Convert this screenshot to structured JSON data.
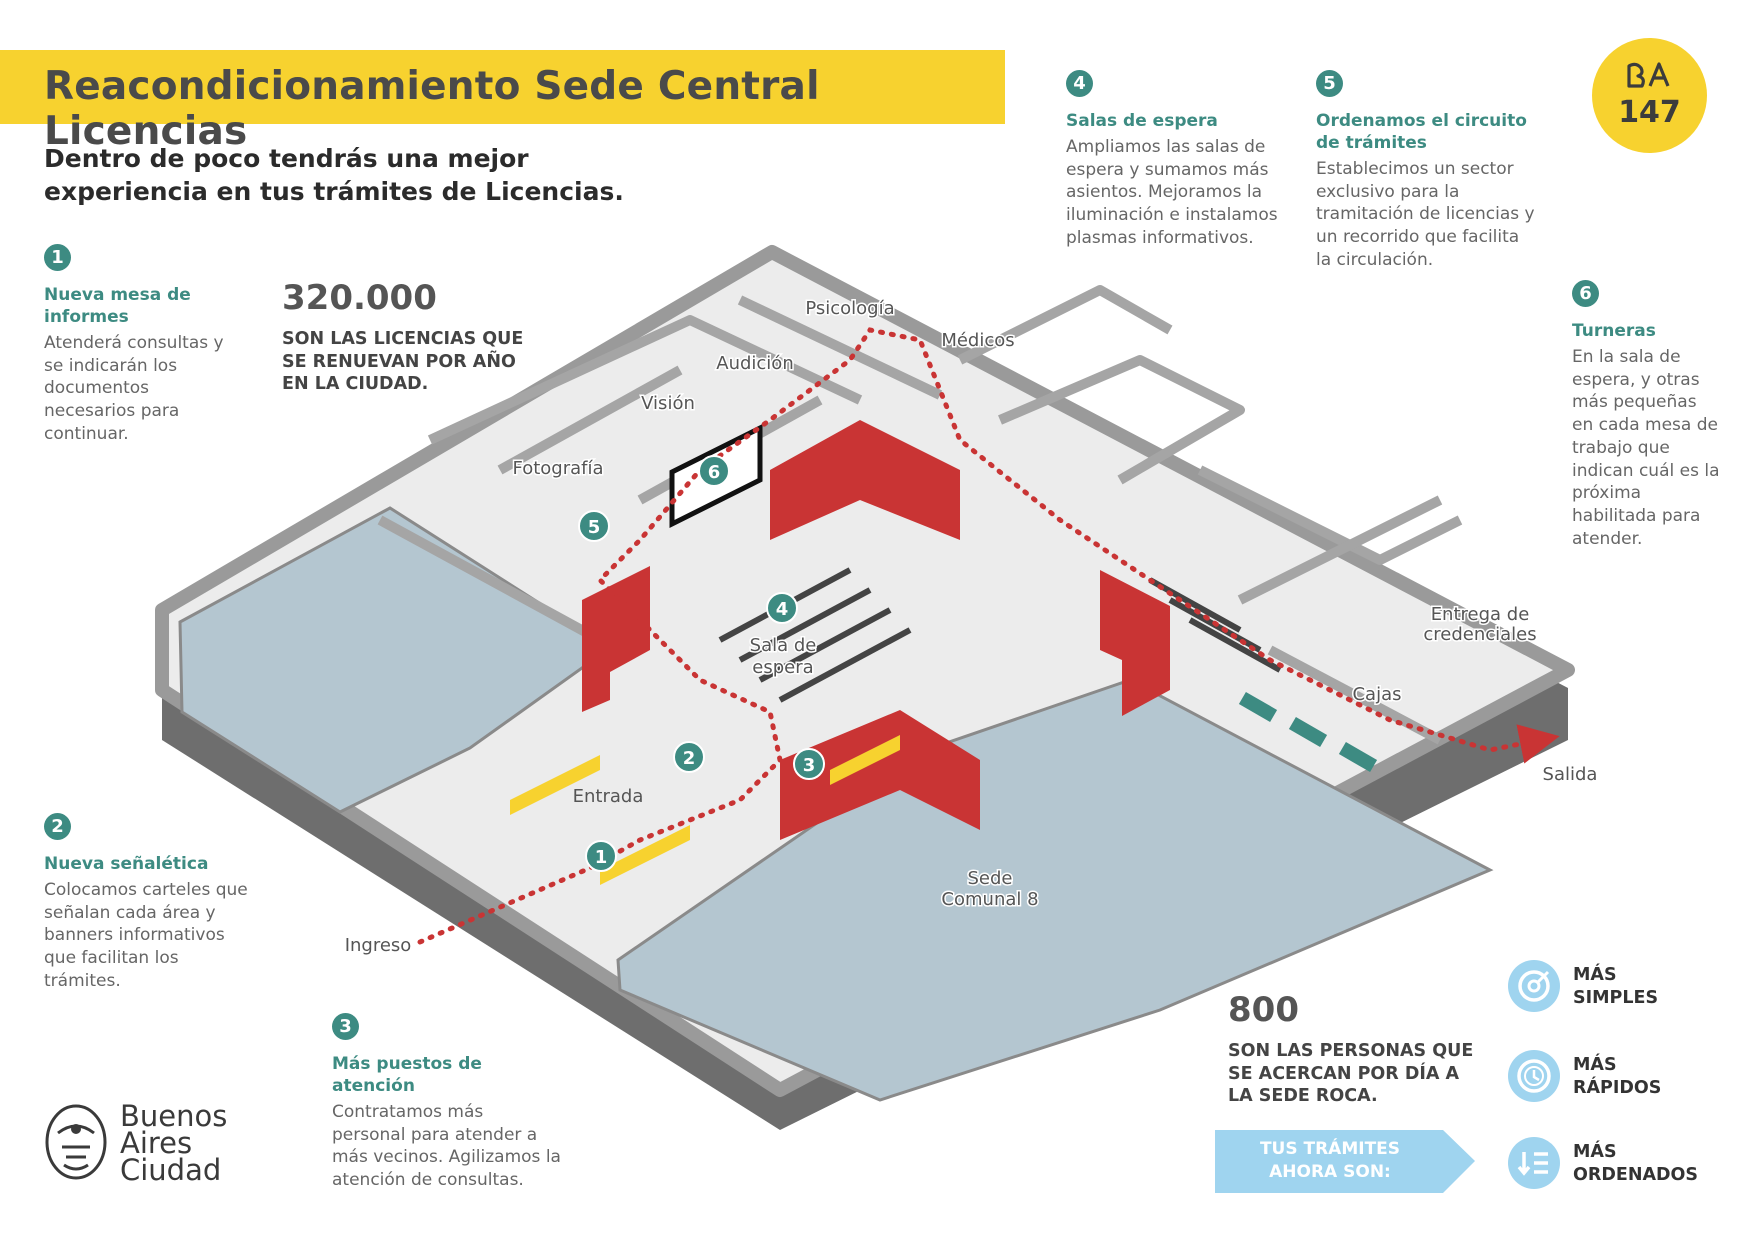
{
  "title": "Reacondicionamiento Sede Central Licencias",
  "subtitle": "Dentro de poco tendrás una mejor experiencia en tus trámites de Licencias.",
  "phone_number": "147",
  "features": [
    {
      "num": "1",
      "title": "Nueva mesa de informes",
      "desc": "Atenderá consultas y se indicarán los documentos necesarios para continuar."
    },
    {
      "num": "2",
      "title": "Nueva señalética",
      "desc": "Colocamos carteles que señalan cada área y banners informativos que facilitan los trámites."
    },
    {
      "num": "3",
      "title": "Más puestos de atención",
      "desc": "Contratamos más personal para atender a más vecinos. Agilizamos la atención de consultas."
    },
    {
      "num": "4",
      "title": "Salas de espera",
      "desc": "Ampliamos las salas de espera y sumamos más asientos. Mejoramos la iluminación e instalamos plasmas informativos."
    },
    {
      "num": "5",
      "title": "Ordenamos el circuito de trámites",
      "desc": "Establecimos un sector exclusivo para la tramitación de licencias y un recorrido que facilita la circulación."
    },
    {
      "num": "6",
      "title": "Turneras",
      "desc": "En la sala de espera, y otras más pequeñas en cada mesa de trabajo que indican cuál es la próxima habilitada para atender."
    }
  ],
  "stats": [
    {
      "number": "320.000",
      "desc": "SON LAS LICENCIAS QUE SE RENUEVAN POR AÑO EN LA CIUDAD."
    },
    {
      "number": "800",
      "desc": "SON LAS PERSONAS QUE SE ACERCAN POR DÍA A LA SEDE ROCA."
    }
  ],
  "map_labels": {
    "psicologia": "Psicología",
    "medicos": "Médicos",
    "audicion": "Audición",
    "vision": "Visión",
    "fotografia": "Fotografía",
    "sala_line1": "Sala de",
    "sala_line2": "espera",
    "entrada": "Entrada",
    "ingreso": "Ingreso",
    "sede_line1": "Sede",
    "sede_line2": "Comunal 8",
    "cajas": "Cajas",
    "salida": "Salida",
    "entrega_line1": "Entrega de",
    "entrega_line2": "credenciales"
  },
  "cta": {
    "line1": "TUS TRÁMITES",
    "line2": "AHORA SON:"
  },
  "qualities": [
    {
      "line1": "MÁS",
      "line2": "SIMPLES",
      "icon": "target-icon"
    },
    {
      "line1": "MÁS",
      "line2": "RÁPIDOS",
      "icon": "clock-icon"
    },
    {
      "line1": "MÁS",
      "line2": "ORDENADOS",
      "icon": "ordered-list-icon"
    }
  ],
  "logo": {
    "line1": "Buenos",
    "line2": "Aires",
    "line3": "Ciudad"
  },
  "colors": {
    "yellow": "#f7d22f",
    "teal": "#3d8b82",
    "red": "#c93434",
    "light_blue": "#9fd4ef",
    "floor_blue": "#b4c6d0"
  }
}
